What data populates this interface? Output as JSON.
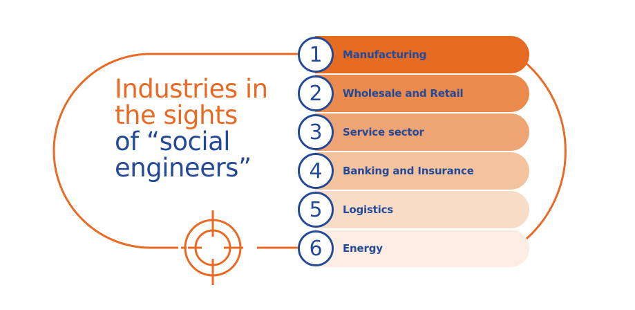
{
  "title": {
    "line1": "Industries in",
    "line2": "the sights",
    "line3": "of “social",
    "line4": "engineers”"
  },
  "colors": {
    "accent_orange": "#e86a24",
    "brand_blue": "#244a97",
    "row_fills": [
      "#e56a22",
      "#ea8a4c",
      "#eea474",
      "#f3c39e",
      "#f7dcc7",
      "#fbede3"
    ]
  },
  "industries": [
    {
      "rank": "1",
      "label": "Manufacturing"
    },
    {
      "rank": "2",
      "label": "Wholesale and Retail"
    },
    {
      "rank": "3",
      "label": "Service sector"
    },
    {
      "rank": "4",
      "label": "Banking and Insurance"
    },
    {
      "rank": "5",
      "label": "Logistics"
    },
    {
      "rank": "6",
      "label": "Energy"
    }
  ],
  "icons": {
    "target": "crosshair-target-icon"
  }
}
